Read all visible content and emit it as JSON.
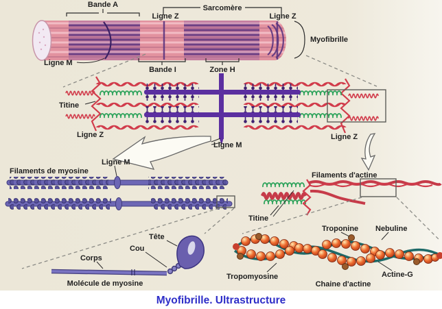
{
  "figure": {
    "caption": "Myofibrille. Ultrastructure",
    "myofibril": {
      "bande_a": "Bande A",
      "ligne_z_left": "Ligne Z",
      "sarcomere": "Sarcomère",
      "ligne_z_right": "Ligne Z",
      "myofibrille": "Myofibrille",
      "ligne_m": "Ligne M",
      "bande_i": "Bande I",
      "zone_h": "Zone H"
    },
    "sarcomere_detail": {
      "titine": "Titine",
      "ligne_z_left": "Ligne Z",
      "ligne_m": "Ligne M",
      "ligne_z_right": "Ligne Z"
    },
    "myosin_filaments": {
      "title": "Filaments de myosine",
      "ligne_m": "Ligne M"
    },
    "actin_filaments": {
      "title": "Filaments d'actine",
      "titine": "Titine"
    },
    "myosin_molecule": {
      "tete": "Tête",
      "cou": "Cou",
      "corps": "Corps",
      "title": "Molécule de myosine"
    },
    "actin_chain": {
      "troponine": "Troponine",
      "nebuline": "Nebuline",
      "tropomyosine": "Tropomyosine",
      "actine_g": "Actine-G",
      "title": "Chaine d'actine"
    },
    "colors": {
      "background_beige": "#EDE8DA",
      "caption_blue": "#2E2EC8",
      "myosin_purple": "#5B2FA0",
      "filament_purple": "#6D67B5",
      "actin_red": "#D13C4B",
      "titin_green": "#2EA35B",
      "sphere_orange": "#E8622E",
      "tropomyosin_teal": "#1E6A68"
    }
  }
}
